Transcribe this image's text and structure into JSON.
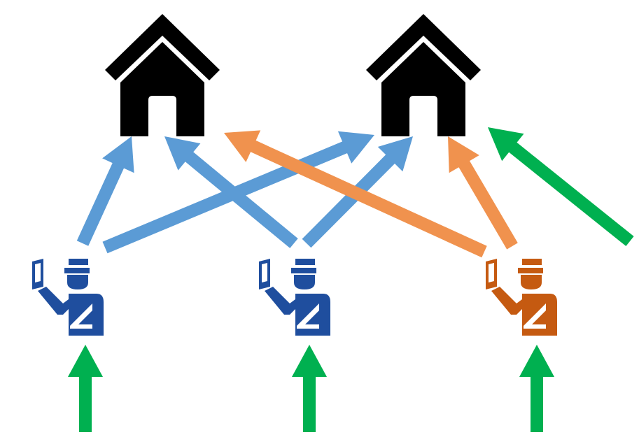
{
  "colors": {
    "house": "#000000",
    "officer_blue": "#1F4E9E",
    "officer_orange": "#C55A11",
    "arrow_blue": "#5B9BD5",
    "arrow_orange": "#F0924E",
    "arrow_green": "#00B050",
    "background": "#FFFFFF"
  },
  "houses": [
    {
      "id": "house-left",
      "icon": "house-icon"
    },
    {
      "id": "house-right",
      "icon": "house-icon"
    }
  ],
  "officers": [
    {
      "id": "officer-left",
      "icon": "customs-officer-icon",
      "color": "blue"
    },
    {
      "id": "officer-middle",
      "icon": "customs-officer-icon",
      "color": "blue"
    },
    {
      "id": "officer-right",
      "icon": "customs-officer-icon",
      "color": "orange"
    }
  ],
  "edges": [
    {
      "from": "officer-left",
      "to": "house-left",
      "color": "blue"
    },
    {
      "from": "officer-left",
      "to": "house-right",
      "color": "blue"
    },
    {
      "from": "officer-middle",
      "to": "house-left",
      "color": "blue"
    },
    {
      "from": "officer-middle",
      "to": "house-right",
      "color": "blue"
    },
    {
      "from": "officer-right",
      "to": "house-left",
      "color": "orange"
    },
    {
      "from": "officer-right",
      "to": "house-right",
      "color": "orange"
    },
    {
      "from": "external",
      "to": "house-right",
      "color": "green"
    },
    {
      "from": "external",
      "to": "officer-left",
      "color": "green"
    },
    {
      "from": "external",
      "to": "officer-middle",
      "color": "green"
    },
    {
      "from": "external",
      "to": "officer-right",
      "color": "green"
    }
  ]
}
